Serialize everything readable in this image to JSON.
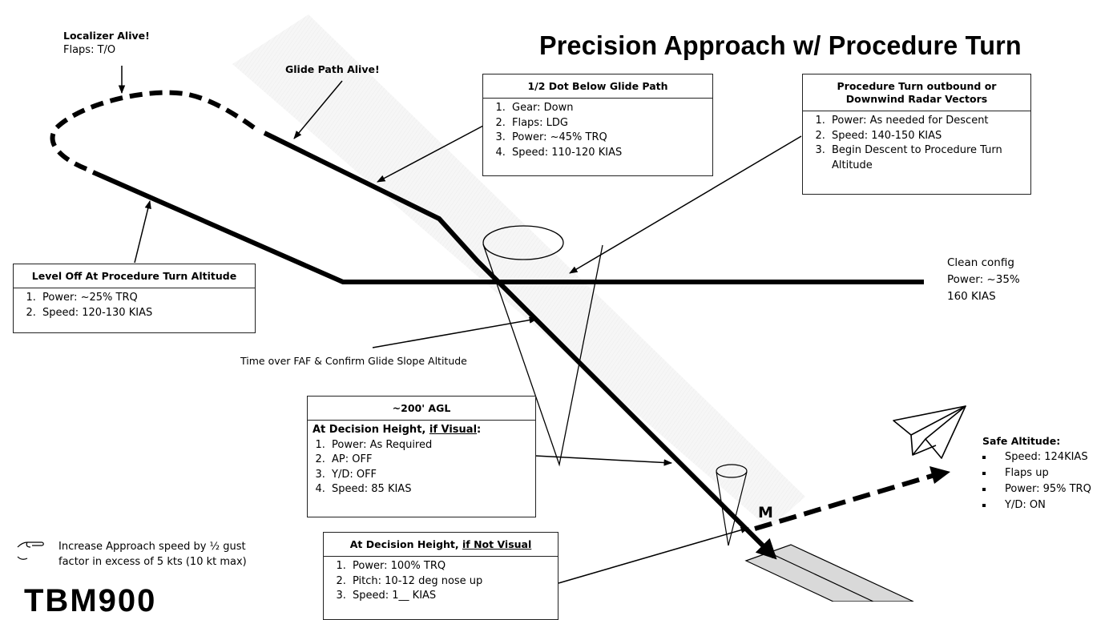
{
  "title": "Precision Approach w/ Procedure Turn",
  "callouts": {
    "localizer": {
      "heading": "Localizer Alive!",
      "detail": "Flaps: T/O"
    },
    "glide_path_alive": "Glide Path Alive!",
    "time_over_faf": "Time over FAF & Confirm Glide Slope Altitude",
    "marker_label": "M",
    "clean_config": [
      "Clean config",
      "Power: ~35%",
      "160 KIAS"
    ]
  },
  "boxes": {
    "half_dot": {
      "header": "1/2 Dot Below Glide Path",
      "items": [
        "Gear: Down",
        "Flaps: LDG",
        "Power: ~45% TRQ",
        "Speed: 110-120 KIAS"
      ]
    },
    "procedure_turn_outbound": {
      "header_line1": "Procedure Turn outbound or",
      "header_line2": "Downwind Radar Vectors",
      "items": [
        "Power: As needed for Descent",
        "Speed: 140-150 KIAS",
        "Begin Descent to Procedure Turn Altitude"
      ]
    },
    "level_off": {
      "header": "Level Off At Procedure Turn Altitude",
      "items": [
        "Power: ~25% TRQ",
        "Speed: 120-130 KIAS"
      ]
    },
    "agl_200": {
      "header": "~200' AGL",
      "sub_prefix": "At Decision Height, ",
      "sub_underlined": "if Visual",
      "sub_suffix": ":",
      "items": [
        "Power: As Required",
        "AP: OFF",
        "Y/D: OFF",
        "Speed: 85 KIAS"
      ]
    },
    "not_visual": {
      "header_prefix": "At Decision Height, ",
      "header_underlined": "if Not Visual",
      "items": [
        "Power: 100% TRQ",
        "Pitch: 10-12 deg nose up",
        "Speed: 1__ KIAS"
      ]
    }
  },
  "safe_altitude": {
    "heading": "Safe Altitude:",
    "items": [
      "Speed: 124KIAS",
      "Flaps up",
      "Power: 95% TRQ",
      "Y/D: ON"
    ]
  },
  "gust_note": {
    "icon": "pointing-hand-icon",
    "line1": "Increase Approach speed by ½ gust",
    "line2": "factor in excess of 5 kts (10 kt max)"
  },
  "footer_brand": "TBM900",
  "colors": {
    "ink": "#000000",
    "runway_fill": "#d9d9d9",
    "glideslope_beam": "#f1f1f1"
  }
}
